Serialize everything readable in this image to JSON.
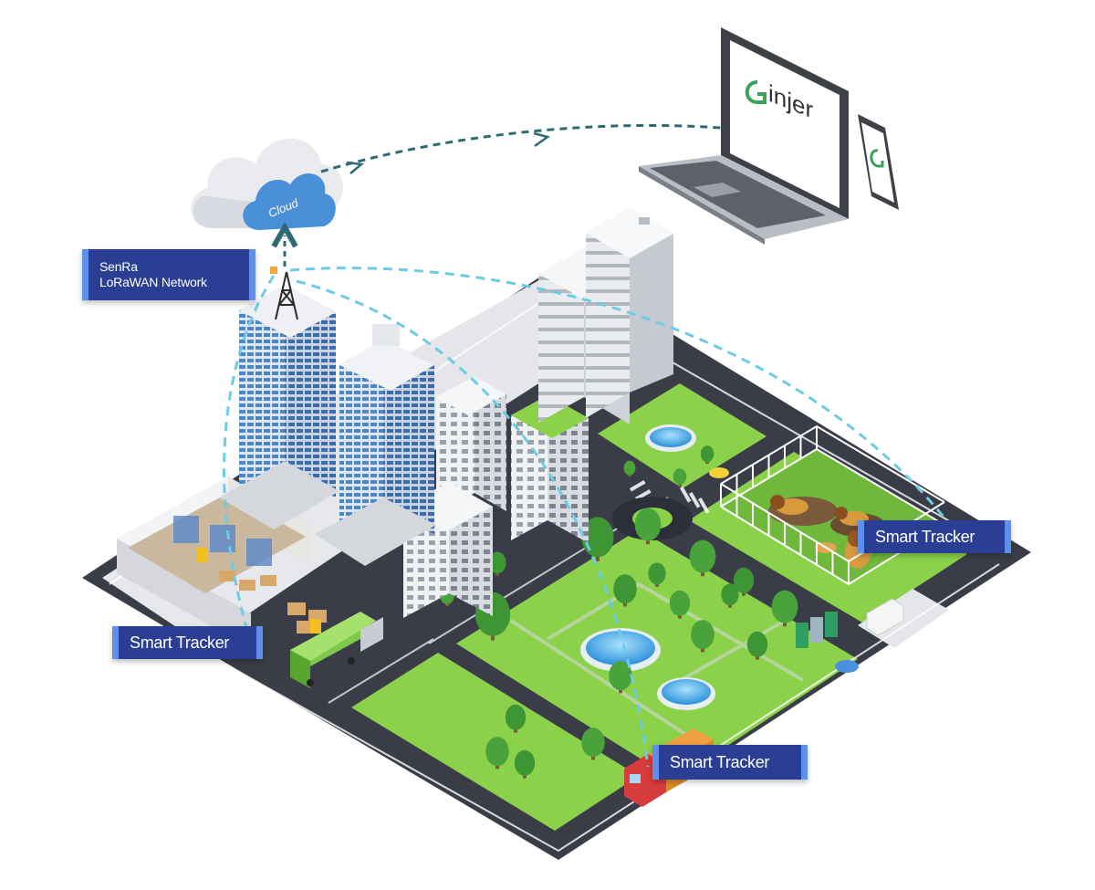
{
  "network_label": {
    "line1": "SenRa",
    "line2": "LoRaWAN Network"
  },
  "cloud_label": "Cloud",
  "trackers": {
    "warehouse": "Smart Tracker",
    "zoo": "Smart Tracker",
    "truck": "Smart Tracker"
  },
  "laptop_logo": "injer",
  "icons": [
    "cloud-icon",
    "radio-tower-icon",
    "laptop-icon",
    "tablet-icon",
    "logo-icon"
  ],
  "colors": {
    "label_bg": "#2a3f93",
    "label_accent": "#5d8ff0",
    "flow_arrow": "#2e6a73",
    "signal_arc": "#6ccbe6",
    "grass": "#8bd14a",
    "road": "#3a3d48",
    "cloud": "#4a90d9"
  }
}
